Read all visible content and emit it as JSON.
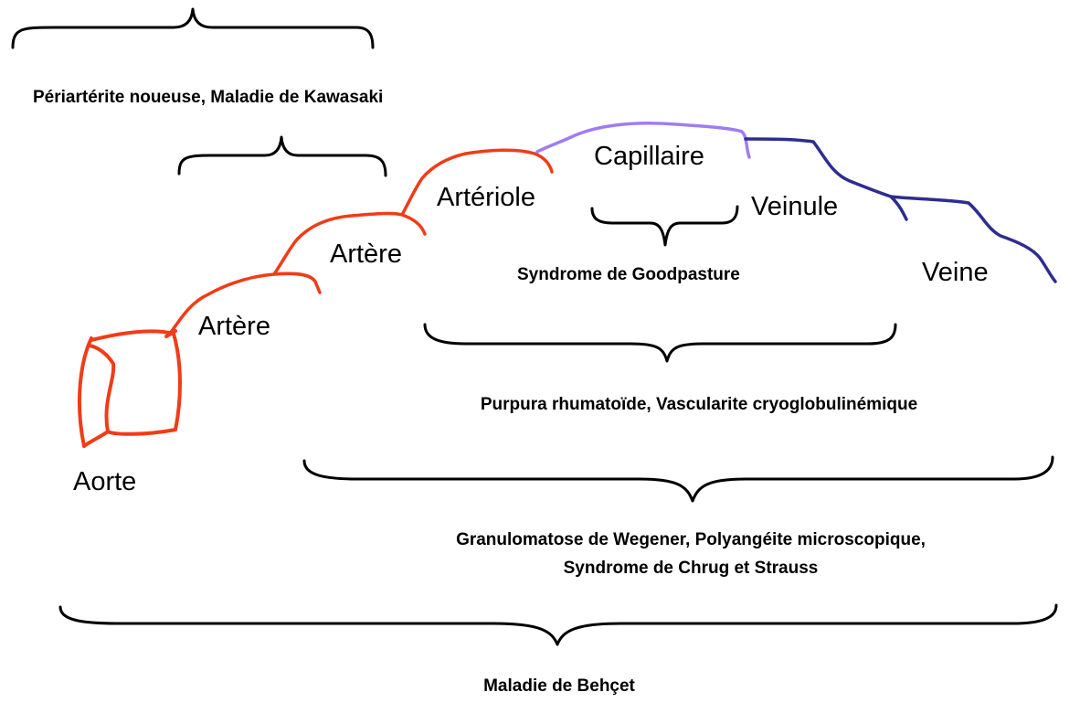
{
  "colors": {
    "artery": "#f03c17",
    "capillary": "#a07cf0",
    "vein": "#2e2d8f",
    "bracket": "#000000"
  },
  "vessels": {
    "aorte": "Aorte",
    "artere_large": "Artère",
    "artere_medium": "Artère",
    "arteriole": "Artériole",
    "capillaire": "Capillaire",
    "veinule": "Veinule",
    "veine": "Veine"
  },
  "diseases": {
    "kawasaki": "Périartérite noueuse, Maladie de Kawasaki",
    "goodpasture": "Syndrome de Goodpasture",
    "purpura": "Purpura rhumatoïde, Vascularite cryoglobulinémique",
    "wegener_line1": "Granulomatose de Wegener, Polyangéite microscopique,",
    "wegener_line2": "Syndrome de Chrug et Strauss",
    "behcet": "Maladie de Behçet"
  }
}
